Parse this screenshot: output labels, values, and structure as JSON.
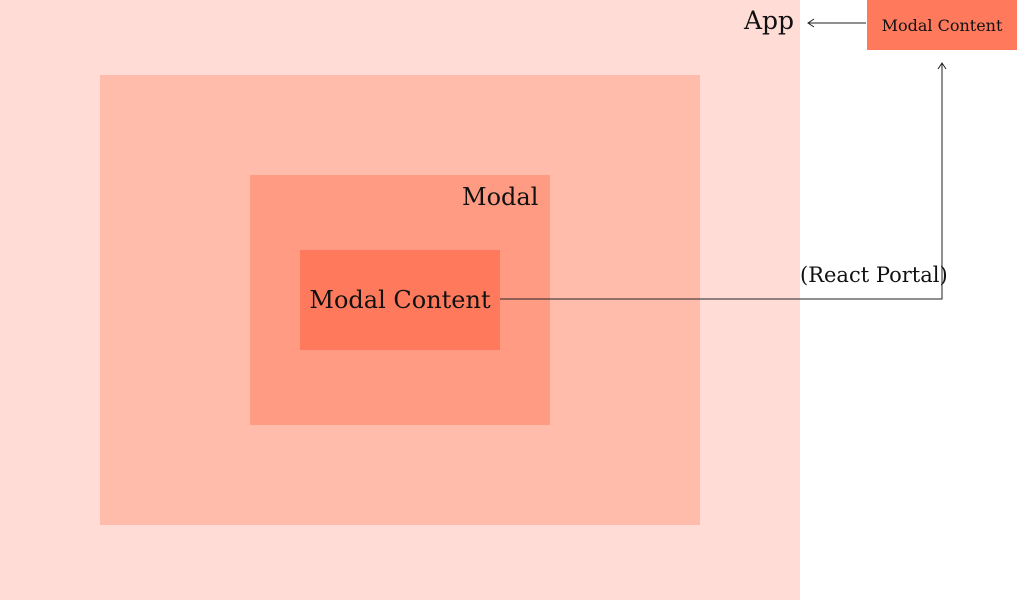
{
  "diagram": {
    "app_label": "App",
    "modal_label": "Modal",
    "modal_content_label": "Modal Content",
    "portal_content_label": "Modal Content",
    "portal_label": "(React Portal)"
  },
  "colors": {
    "app_background": "#ffdcd6",
    "outer_container": "#ffbcab",
    "modal": "#ff9b82",
    "modal_content": "#ff7a5c",
    "connector": "#222222"
  }
}
